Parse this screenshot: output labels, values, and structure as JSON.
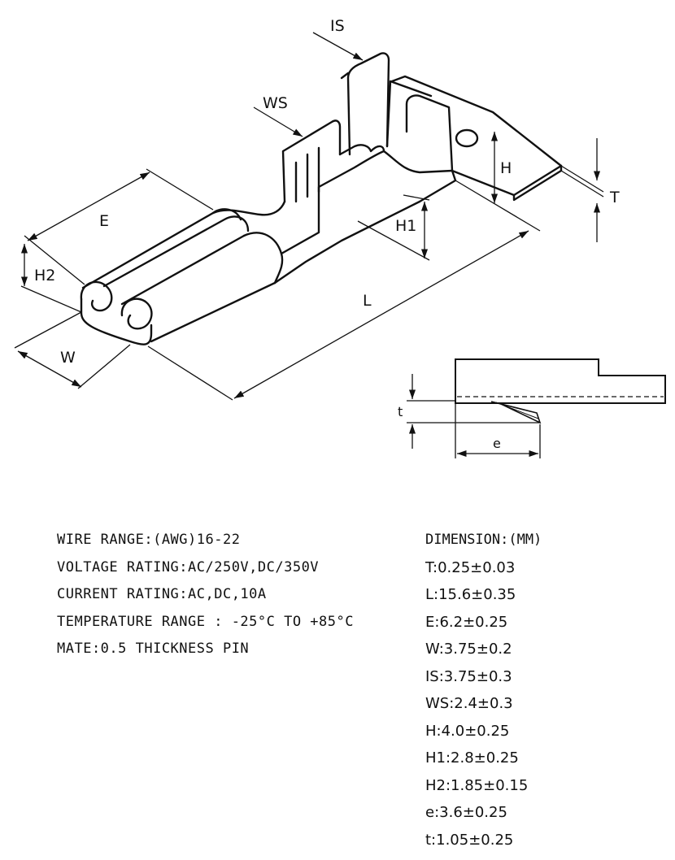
{
  "drawing": {
    "labels": {
      "IS": "IS",
      "WS": "WS",
      "E": "E",
      "H2": "H2",
      "H": "H",
      "T": "T",
      "H1": "H1",
      "L": "L",
      "W": "W",
      "t": "t",
      "e": "e"
    }
  },
  "specs": [
    "WIRE RANGE:(AWG)16-22",
    "VOLTAGE RATING:AC/250V,DC/350V",
    "CURRENT RATING:AC,DC,10A",
    "TEMPERATURE RANGE : -25°C TO +85°C",
    "MATE:0.5 THICKNESS PIN"
  ],
  "dimensions": {
    "header": "DIMENSION:(MM)",
    "rows": [
      "T:0.25±0.03",
      "L:15.6±0.35",
      "E:6.2±0.25",
      "W:3.75±0.2",
      "IS:3.75±0.3",
      "WS:2.4±0.3",
      "H:4.0±0.25",
      "H1:2.8±0.25",
      "H2:1.85±0.15",
      "e:3.6±0.25",
      "t:1.05±0.25"
    ]
  }
}
